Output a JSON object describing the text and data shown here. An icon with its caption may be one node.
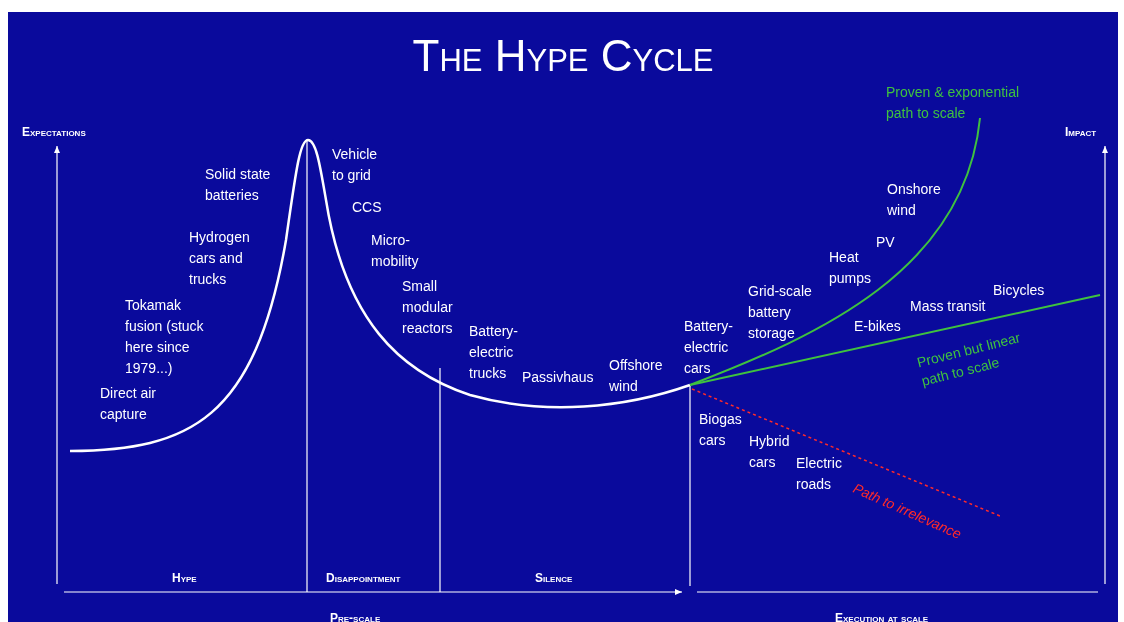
{
  "diagram": {
    "title": "The Hype Cycle",
    "labels": [
      "Expectations",
      "Impact",
      "Solid state batteries",
      "Vehicle to grid",
      "CCS",
      "Hydrogen cars and trucks",
      "Micro-mobility",
      "Small modular reactors",
      "Tokamak fusion (stuck here since 1979...)",
      "Battery-electric trucks",
      "Passivhaus",
      "Offshore wind",
      "Direct air capture",
      "Proven & exponential path to scale",
      "Onshore wind",
      "PV",
      "Heat pumps",
      "Grid-scale battery storage",
      "Bicycles",
      "Mass transit",
      "Battery-electric cars",
      "E-bikes",
      "Proven but linear path to scale",
      "Biogas cars",
      "Hybrid cars",
      "Electric roads",
      "Path to irrelevance",
      "Hype",
      "Disappointment",
      "Silence",
      "Pre-scale",
      "Execution at scale"
    ]
  }
}
